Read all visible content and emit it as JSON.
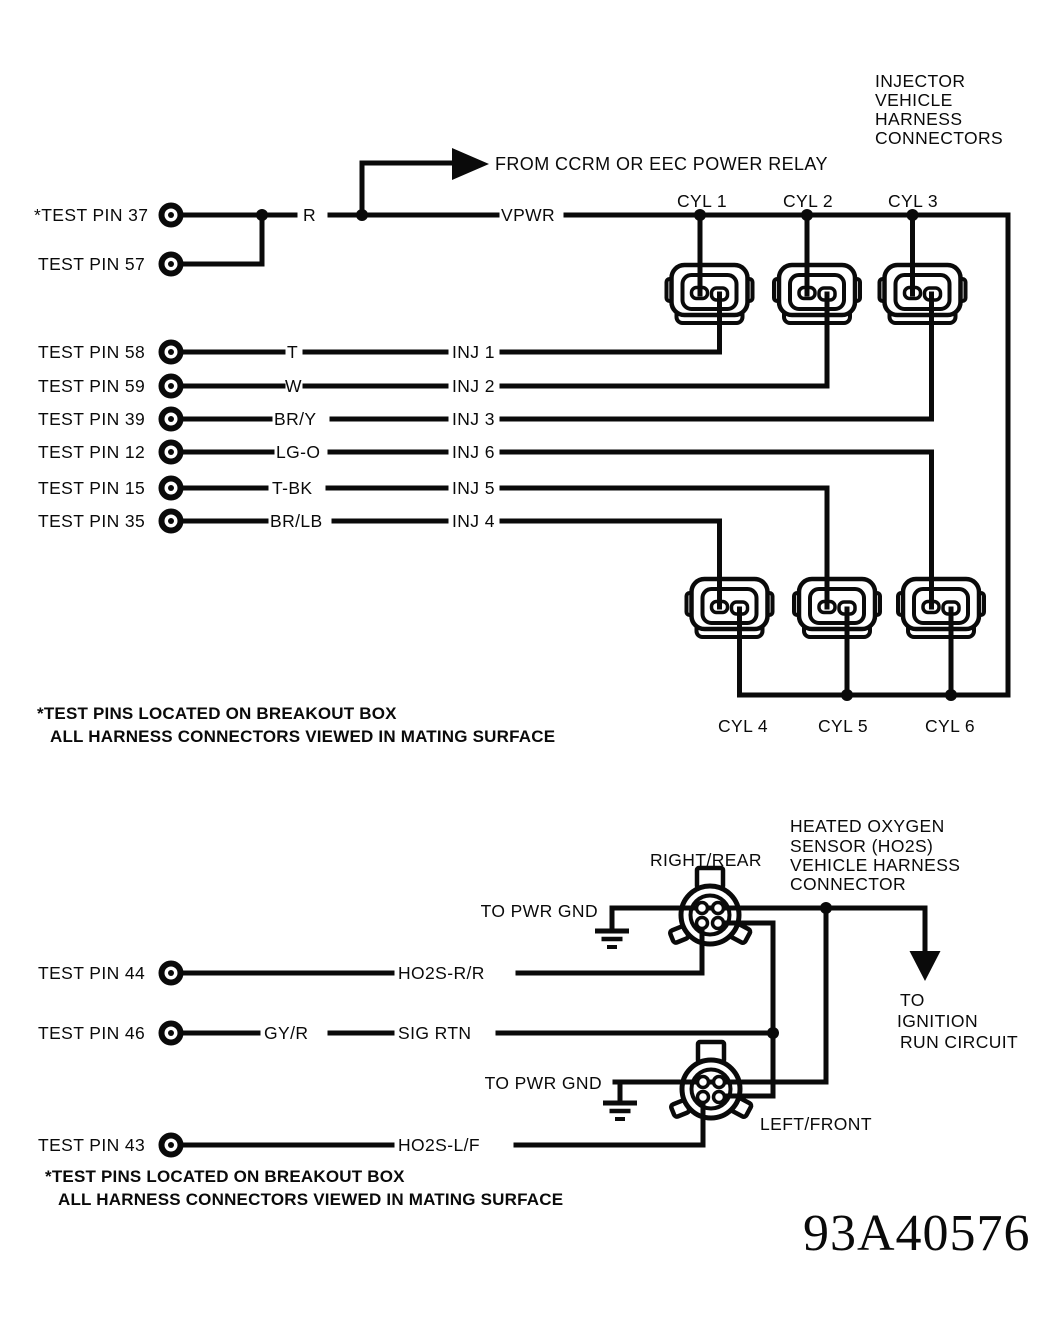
{
  "figure_number": "93A40576",
  "colors": {
    "ink": "#0a0a0a",
    "paper": "#ffffff"
  },
  "injector_section": {
    "harness_connectors_label": {
      "l1": "INJECTOR",
      "l2": "VEHICLE",
      "l3": "HARNESS",
      "l4": "CONNECTORS"
    },
    "power_relay_label": "FROM CCRM OR EEC POWER RELAY",
    "rows": [
      {
        "pin": "*TEST PIN 37",
        "wire": "R",
        "signal": "VPWR"
      },
      {
        "pin": "TEST PIN 57",
        "wire": "",
        "signal": ""
      },
      {
        "pin": "TEST PIN 58",
        "wire": "T",
        "signal": "INJ 1"
      },
      {
        "pin": "TEST PIN 59",
        "wire": "W",
        "signal": "INJ 2"
      },
      {
        "pin": "TEST PIN 39",
        "wire": "BR/Y",
        "signal": "INJ 3"
      },
      {
        "pin": "TEST PIN 12",
        "wire": "LG-O",
        "signal": "INJ 6"
      },
      {
        "pin": "TEST PIN 15",
        "wire": "T-BK",
        "signal": "INJ 5"
      },
      {
        "pin": "TEST PIN 35",
        "wire": "BR/LB",
        "signal": "INJ 4"
      }
    ],
    "cylinders_top": [
      "CYL 1",
      "CYL 2",
      "CYL 3"
    ],
    "cylinders_bottom": [
      "CYL 4",
      "CYL 5",
      "CYL 6"
    ]
  },
  "ho2s_section": {
    "harness_connector_label": {
      "l1": "HEATED OXYGEN",
      "l2": "SENSOR (HO2S)",
      "l3": "VEHICLE HARNESS",
      "l4": "CONNECTOR"
    },
    "right_rear_label": "RIGHT/REAR",
    "left_front_label": "LEFT/FRONT",
    "pwr_gnd_label": "TO PWR GND",
    "ignition_label": {
      "l1": "TO",
      "l2": "IGNITION",
      "l3": "RUN CIRCUIT"
    },
    "rows": [
      {
        "pin": "TEST PIN 44",
        "wire": "",
        "signal": "HO2S-R/R"
      },
      {
        "pin": "TEST PIN 46",
        "wire": "GY/R",
        "signal": "SIG RTN"
      },
      {
        "pin": "TEST PIN 43",
        "wire": "",
        "signal": "HO2S-L/F"
      }
    ]
  },
  "footnote": {
    "line1": "*TEST PINS LOCATED ON BREAKOUT BOX",
    "line2": "ALL HARNESS CONNECTORS VIEWED IN MATING SURFACE"
  }
}
